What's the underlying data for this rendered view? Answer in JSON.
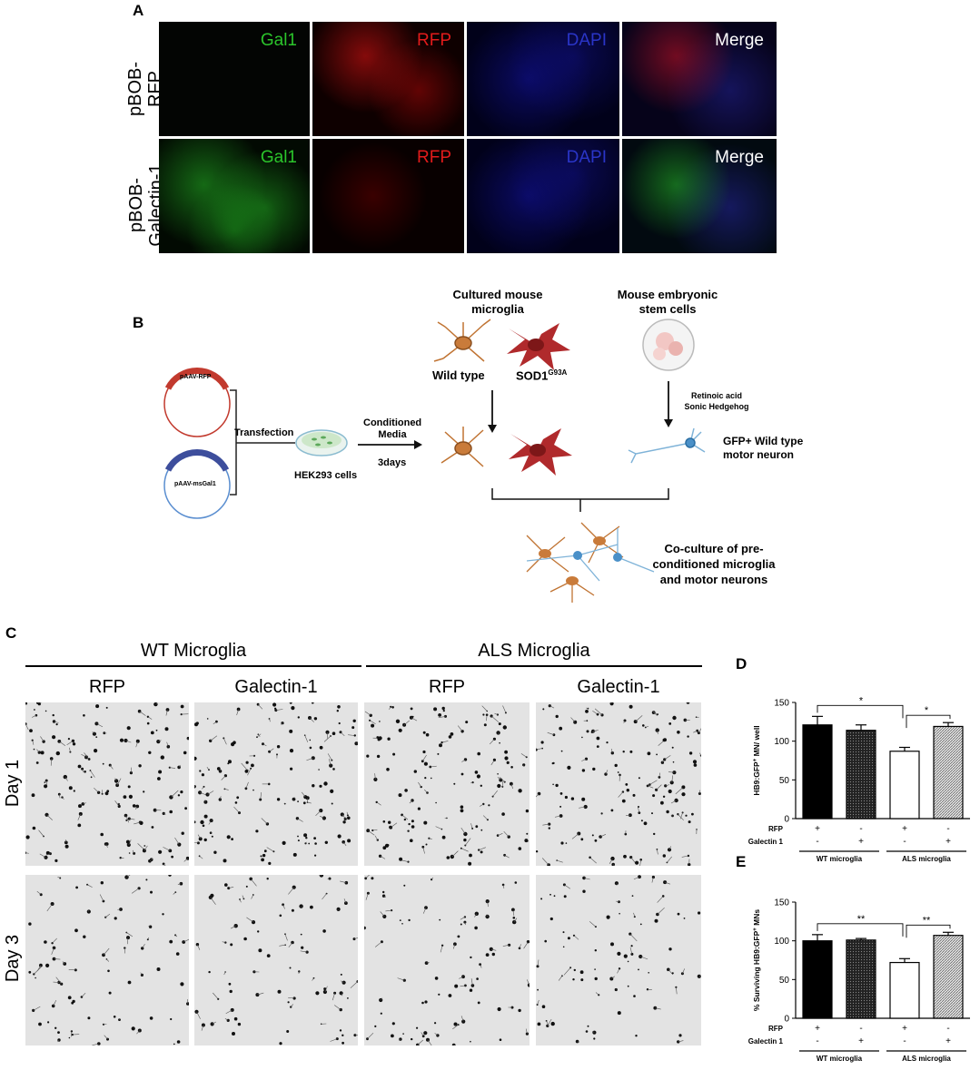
{
  "panel_a": {
    "label": "A",
    "row_labels": [
      "pBOB-\nRFP",
      "pBOB-\nGalectin-1"
    ],
    "channels": [
      {
        "name": "Gal1",
        "color": "#2bc52b"
      },
      {
        "name": "RFP",
        "color": "#e21b1b"
      },
      {
        "name": "DAPI",
        "color": "#2a35c8"
      },
      {
        "name": "Merge",
        "color": "#ffffff"
      }
    ]
  },
  "panel_b": {
    "label": "B",
    "plasmid_top": "pAAV-RFP",
    "plasmid_bottom": "pAAV-msGal1",
    "transfection": "Transfection",
    "hek_cells": "HEK293 cells",
    "conditioned_media": "Conditioned Media",
    "days": "3days",
    "microglia_title": "Cultured mouse microglia",
    "wild_type": "Wild type",
    "sod1": "SOD1",
    "sod1_sup": "G93A",
    "esc_title": "Mouse embryonic stem cells",
    "differentiation": "Retinoic acid\nSonic Hedgehog",
    "motor_neuron": "GFP+ Wild type motor neuron",
    "coculture": "Co-culture of pre-conditioned microglia and motor neurons"
  },
  "panel_c": {
    "label": "C",
    "group_left": "WT Microglia",
    "group_right": "ALS Microglia",
    "columns": [
      "RFP",
      "Galectin-1",
      "RFP",
      "Galectin-1"
    ],
    "rows": [
      "Day 1",
      "Day 3"
    ]
  },
  "chart_data": [
    {
      "panel": "D",
      "type": "bar",
      "ylabel": "HB9:GFP+ MN/ well",
      "ylim": [
        0,
        150
      ],
      "yticks": [
        0,
        50,
        100,
        150
      ],
      "categories": [
        "WT RFP",
        "WT Galectin 1",
        "ALS RFP",
        "ALS Galectin 1"
      ],
      "values": [
        121,
        114,
        87,
        119
      ],
      "errors": [
        11,
        7,
        5,
        5
      ],
      "fills": [
        "#000000",
        "dotted",
        "#ffffff",
        "hatched"
      ],
      "significance": [
        {
          "from": 0,
          "to": 2,
          "label": "*"
        },
        {
          "from": 2,
          "to": 3,
          "label": "*"
        }
      ],
      "rows": [
        {
          "label": "RFP",
          "marks": [
            "+",
            "-",
            "+",
            "-"
          ]
        },
        {
          "label": "Galectin 1",
          "marks": [
            "-",
            "+",
            "-",
            "+"
          ]
        }
      ],
      "groups": [
        "WT microglia",
        "ALS microglia"
      ]
    },
    {
      "panel": "E",
      "type": "bar",
      "ylabel": "% Surviving HB9:GFP+ MNs",
      "ylim": [
        0,
        150
      ],
      "yticks": [
        0,
        50,
        100,
        150
      ],
      "categories": [
        "WT RFP",
        "WT Galectin 1",
        "ALS RFP",
        "ALS Galectin 1"
      ],
      "values": [
        100,
        101,
        72,
        107
      ],
      "errors": [
        8,
        2,
        5,
        4
      ],
      "fills": [
        "#000000",
        "dotted",
        "#ffffff",
        "hatched"
      ],
      "significance": [
        {
          "from": 0,
          "to": 2,
          "label": "**"
        },
        {
          "from": 2,
          "to": 3,
          "label": "**"
        }
      ],
      "rows": [
        {
          "label": "RFP",
          "marks": [
            "+",
            "-",
            "+",
            "-"
          ]
        },
        {
          "label": "Galectin 1",
          "marks": [
            "-",
            "+",
            "-",
            "+"
          ]
        }
      ],
      "groups": [
        "WT microglia",
        "ALS microglia"
      ]
    }
  ]
}
